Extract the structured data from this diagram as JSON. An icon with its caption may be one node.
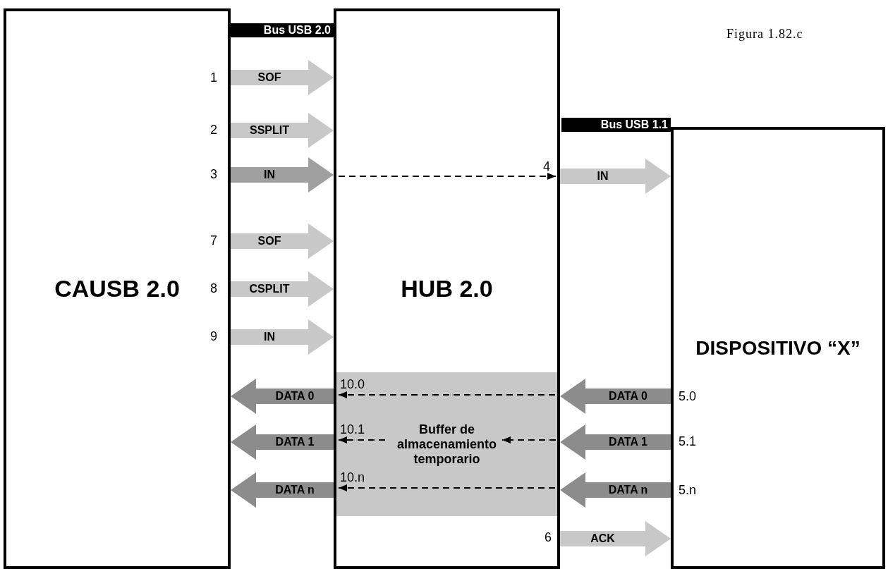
{
  "diagram": {
    "caption": "Figura 1.82.c",
    "nodes": [
      {
        "text": [
          "CAUSB 2.0"
        ]
      },
      {
        "text": [
          "HUB 2.0"
        ]
      },
      {
        "text": [
          "DISPOSITIVO “X”"
        ]
      },
      {
        "text": [
          "Buffer de almacenamiento temporario"
        ],
        "in": 1
      }
    ],
    "edges": [
      {
        "from": 0,
        "to": 1,
        "arrow": "to",
        "label": "SOF"
      },
      {
        "from": 0,
        "to": 1,
        "arrow": "to",
        "label": "SSPLIT"
      },
      {
        "from": 0,
        "to": 1,
        "arrow": "to",
        "label": "IN",
        "color": "#a0a0a0"
      },
      {
        "from": 0,
        "to": 1,
        "arrow": "to",
        "label": "SOF"
      },
      {
        "from": 0,
        "to": 1,
        "arrow": "to",
        "label": "CSPLIT"
      },
      {
        "from": 0,
        "to": 1,
        "arrow": "to",
        "label": "IN"
      },
      {
        "from": 1,
        "to": 0,
        "arrow": "to",
        "label": "DATA 0",
        "color": "#8c8c8c"
      },
      {
        "from": 1,
        "to": 0,
        "arrow": "to",
        "label": "DATA 1",
        "color": "#8c8c8c"
      },
      {
        "from": 1,
        "to": 0,
        "arrow": "to",
        "label": "DATA n",
        "color": "#8c8c8c"
      },
      {
        "from": 1,
        "to": 2,
        "arrow": "to",
        "label": "IN"
      },
      {
        "from": 2,
        "to": 1,
        "arrow": "to",
        "label": "DATA 0",
        "color": "#8c8c8c"
      },
      {
        "from": 2,
        "to": 1,
        "arrow": "to",
        "label": "DATA 1",
        "color": "#8c8c8c"
      },
      {
        "from": 2,
        "to": 1,
        "arrow": "to",
        "label": "DATA n",
        "color": "#8c8c8c"
      },
      {
        "from": 1,
        "to": 2,
        "arrow": "to",
        "label": "ACK"
      },
      {
        "from": null,
        "to": 1,
        "arrow": "to",
        "style": "dashed",
        "color": "#000000"
      },
      {
        "from": 3,
        "to": 1,
        "arrow": "to",
        "style": "dashed",
        "color": "#000000"
      },
      {
        "from": 1,
        "to": 3,
        "arrow": "to",
        "style": "dashed",
        "color": "#000000"
      },
      {
        "from": 3,
        "to": 1,
        "arrow": "to",
        "style": "dashed",
        "color": "#000000"
      },
      {
        "from": 3,
        "to": 1,
        "arrow": "to",
        "style": "dashed",
        "color": "#000000"
      }
    ],
    "labels": [
      "Bus USB 2.0",
      "1",
      "2",
      "Bus USB 1.1",
      "3",
      "4",
      "7",
      "8",
      "9",
      "10.0",
      "5.0",
      "10.1",
      "5.1",
      "10.n",
      "5.n",
      "6"
    ]
  }
}
